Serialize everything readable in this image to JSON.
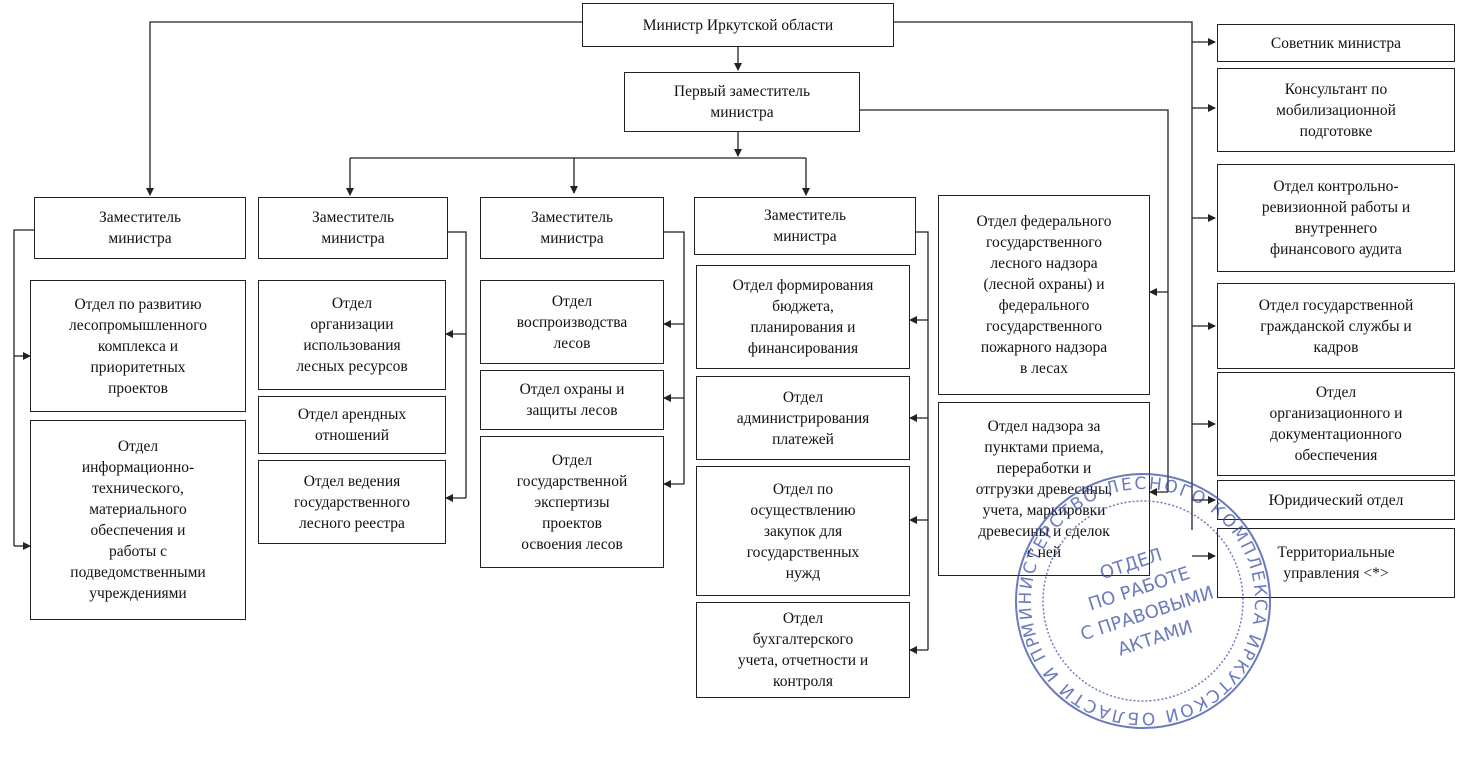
{
  "minister": "Министр Иркутской области",
  "first_deputy": "Первый заместитель\nминистра",
  "deputies": [
    "Заместитель\nминистра",
    "Заместитель\nминистра",
    "Заместитель\nминистра",
    "Заместитель\nминистра"
  ],
  "col1": [
    "Отдел по развитию\nлесопромышленного\nкомплекса и\nприоритетных\nпроектов",
    "Отдел\nинформационно-\nтехнического,\nматериального\nобеспечения и\nработы с\nподведомственными\nучреждениями"
  ],
  "col2": [
    "Отдел\nорганизации\nиспользования\nлесных ресурсов",
    "Отдел арендных\nотношений",
    "Отдел ведения\nгосударственного\nлесного реестра"
  ],
  "col3": [
    "Отдел\nвоспроизводства\nлесов",
    "Отдел охраны и\nзащиты лесов",
    "Отдел\nгосударственной\nэкспертизы\nпроектов\nосвоения лесов"
  ],
  "col4": [
    "Отдел формирования\nбюджета,\nпланирования и\nфинансирования",
    "Отдел\nадминистрирования\nплатежей",
    "Отдел по\nосуществлению\nзакупок для\nгосударственных\nнужд",
    "Отдел\nбухгалтерского\nучета, отчетности и\nконтроля"
  ],
  "col5": [
    "Отдел федерального\nгосударственного\nлесного надзора\n(лесной охраны) и\nфедерального\nгосударственного\nпожарного надзора\nв лесах",
    "Отдел надзора за\nпунктами приема,\nпереработки и\nотгрузки древесины,\nучета, маркировки\nдревесины и сделок\nс ней"
  ],
  "right": [
    "Советник министра",
    "Консультант по\nмобилизационной\nподготовке",
    "Отдел контрольно-\nревизионной работы и\nвнутреннего\nфинансового аудита",
    "Отдел государственной\nгражданской службы и\nкадров",
    "Отдел\nорганизационного и\nдокументационного\nобеспечения",
    "Юридический отдел",
    "Территориальные\nуправления <*>"
  ],
  "stamp": {
    "outer_text": "МИНИСТЕРСТВО ЛЕСНОГО КОМПЛЕКСА ИРКУТСКОЙ ОБЛАСТИ И ПРАВИТЕЛЬСТВА",
    "center_lines": [
      "ОТДЕЛ",
      "ПО РАБОТЕ",
      "С ПРАВОВЫМИ",
      "АКТАМИ"
    ],
    "color": "#3a4fa8"
  },
  "line_color": "#222222"
}
